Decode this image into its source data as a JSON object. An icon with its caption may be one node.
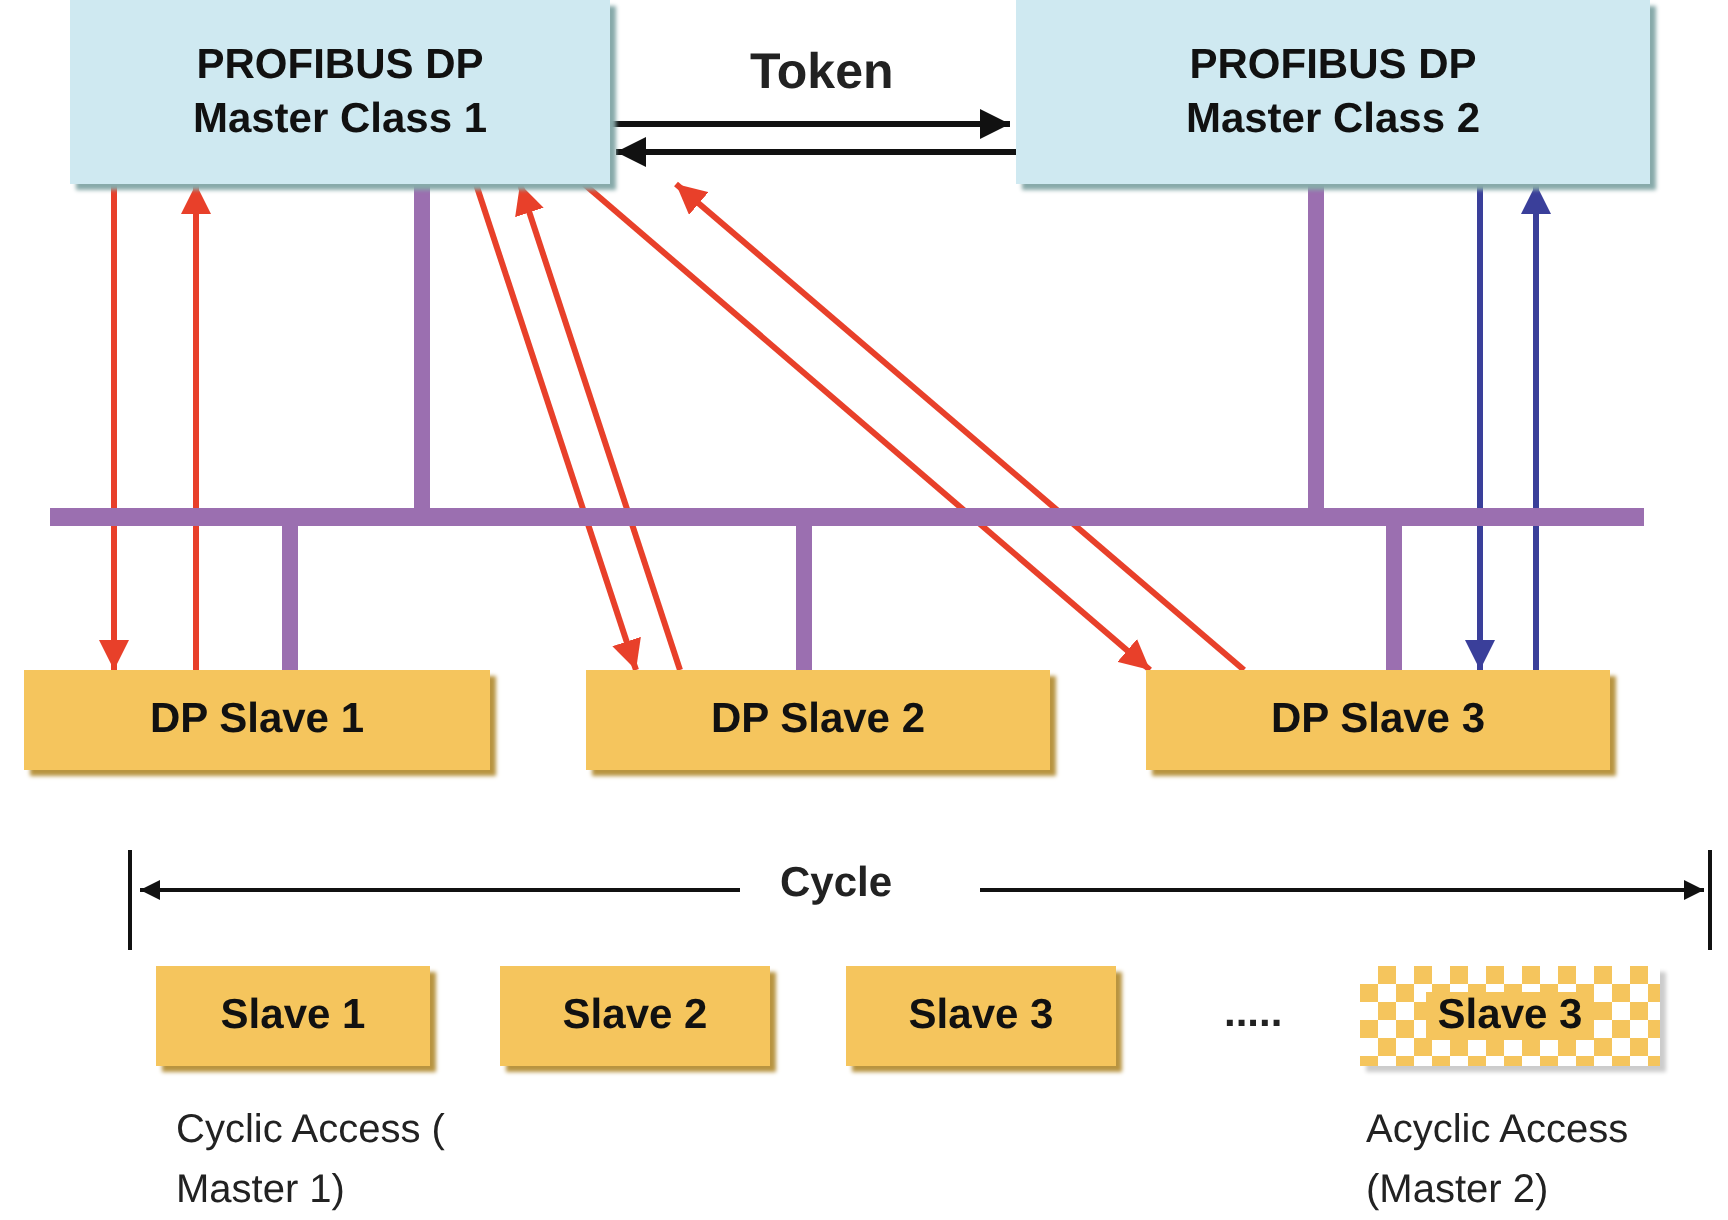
{
  "diagram": {
    "nodes": [
      {
        "text": [
          "PROFIBUS DP Master Class 1"
        ]
      },
      {
        "text": [
          "PROFIBUS DP Master Class 2"
        ]
      },
      {
        "text": [],
        "shape": "bar"
      },
      {
        "text": [
          "DP Slave 1"
        ]
      },
      {
        "text": [
          "DP Slave 2"
        ]
      },
      {
        "text": [
          "DP Slave 3"
        ]
      },
      {
        "text": [
          "Slave 1"
        ]
      },
      {
        "text": [
          "Slave 2"
        ]
      },
      {
        "text": [
          "Slave 3"
        ]
      },
      {
        "text": [
          "Slave 3"
        ]
      }
    ],
    "edges": [
      {
        "from": 0,
        "to": 1,
        "arrow": "to",
        "label": "Token",
        "color": "#111111"
      },
      {
        "from": 1,
        "to": 0,
        "arrow": "to",
        "color": "#111111"
      },
      {
        "from": 0,
        "to": 2,
        "arrow": "none",
        "style": "thick",
        "color": "#9b6fb0"
      },
      {
        "from": 1,
        "to": 2,
        "arrow": "none",
        "style": "thick",
        "color": "#9b6fb0"
      },
      {
        "from": 2,
        "to": 3,
        "arrow": "none",
        "style": "thick",
        "color": "#9b6fb0"
      },
      {
        "from": 2,
        "to": 4,
        "arrow": "none",
        "style": "thick",
        "color": "#9b6fb0"
      },
      {
        "from": 2,
        "to": 5,
        "arrow": "none",
        "style": "thick",
        "color": "#9b6fb0"
      },
      {
        "from": 0,
        "to": 3,
        "arrow": "to"
      },
      {
        "from": 3,
        "to": 0,
        "arrow": "to"
      },
      {
        "from": 0,
        "to": 4,
        "arrow": "to"
      },
      {
        "from": 4,
        "to": 0,
        "arrow": "to"
      },
      {
        "from": 0,
        "to": 5,
        "arrow": "to"
      },
      {
        "from": 5,
        "to": 0,
        "arrow": "to"
      },
      {
        "from": 1,
        "to": 5,
        "arrow": "to",
        "color": "#3a3f9a"
      },
      {
        "from": 5,
        "to": 1,
        "arrow": "to",
        "color": "#3a3f9a"
      }
    ],
    "labels": [
      "Cycle",
      ".....",
      "Cyclic Access ( Master 1)",
      "Acyclic Access (Master 2)"
    ]
  }
}
